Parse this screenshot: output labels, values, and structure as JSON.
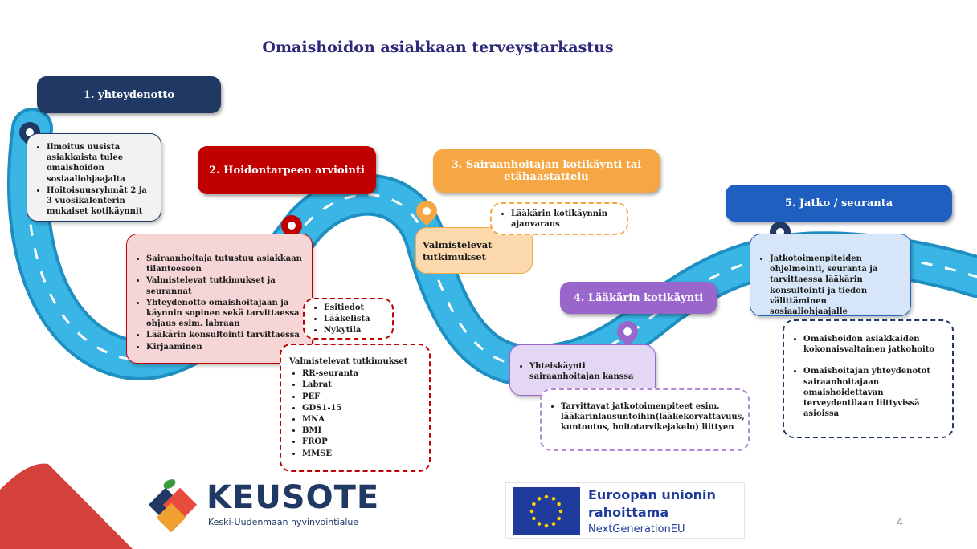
{
  "title": "Omaishoidon asiakkaan terveystarkastus",
  "steps": {
    "s1": {
      "heading": "1. yhteydenotto",
      "items": [
        "Ilmoitus uusista asiakkaista tulee omaishoidon sosiaaliohjaajalta",
        "Hoitoisuusryhmät 2 ja 3 vuosikalenterin mukaiset kotikäynnit"
      ]
    },
    "s2": {
      "heading": "2. Hoidontarpeen arviointi",
      "items": [
        "Sairaanhoitaja tutustuu asiakkaan tilanteeseen",
        "Valmistelevat tutkimukset ja seurannat",
        "Yhteydenotto omaishoitajaan ja käynnin sopinen sekä tarvittaessa ohjaus esim. labraan",
        "Lääkärin konsultointi tarvittaessa",
        "Kirjaaminen"
      ],
      "side_items": [
        "Esitiedot",
        "Lääkelista",
        "Nykytila"
      ],
      "tests_title": "Valmistelevat tutkimukset",
      "tests": [
        "RR-seuranta",
        "Labrat",
        "PEF",
        "GDS1-15",
        "MNA",
        "BMI",
        "FROP",
        "MMSE"
      ]
    },
    "s3": {
      "heading": "3. Sairaanhoitajan kotikäynti tai etähaastattelu",
      "box": "Valmistelevat tutkimukset",
      "note": [
        "Lääkärin kotikäynnin ajanvaraus"
      ]
    },
    "s4": {
      "heading": "4. Lääkärin kotikäynti",
      "items": [
        "Yhteiskäynti sairaanhoitajan kanssa"
      ],
      "note": [
        "Tarvittavat  jatkotoimenpiteet esim. lääkärinlausuntoihin(lääkekorvattavuus, kuntoutus, hoitotarvikejakelu) liittyen"
      ]
    },
    "s5": {
      "heading": "5. Jatko / seuranta",
      "items": [
        "Jatkotoimenpiteiden ohjelmointi, seuranta ja tarvittaessa lääkärin konsultointi ja tiedon välittäminen sosiaaliohjaajalle"
      ],
      "note": [
        "Omaishoidon asiakkaiden kokonaisvaltainen jatkohoito",
        "Omaishoitajan yhteydenotot sairaanhoitajaan omaishoidettavan terveydentilaan liittyvissä asioissa"
      ]
    }
  },
  "logos": {
    "keusote_name": "KEUSOTE",
    "keusote_sub": "Keski-Uudenmaan hyvinvointialue",
    "eu_line1": "Euroopan unionin",
    "eu_line2": "rahoittama",
    "eu_line3": "NextGenerationEU"
  },
  "page_number": "4",
  "colors": {
    "s1": "#1f3864",
    "s2": "#c00000",
    "s3": "#f4a742",
    "s4": "#9966cc",
    "s5": "#1f5fbf",
    "road": "#2aa8dc"
  }
}
